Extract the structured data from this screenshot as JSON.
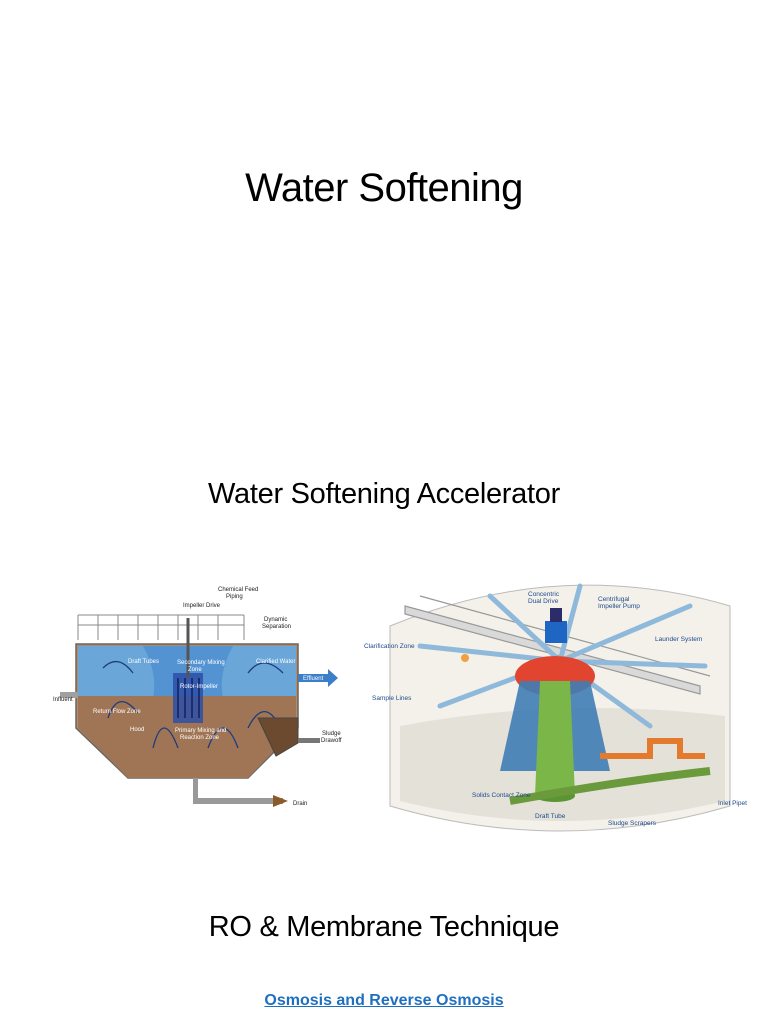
{
  "title": "Water Softening",
  "section1": "Water Softening Accelerator",
  "section2": "RO & Membrane Technique",
  "link": "Osmosis and Reverse Osmosis",
  "fig1": {
    "labels": {
      "chemical_feed": "Chemical Feed",
      "piping": "Piping",
      "impeller_drive": "Impeller Drive",
      "dynamic": "Dynamic",
      "separation": "Separation",
      "draft_tubes": "Draft Tubes",
      "secondary_mixing": "Secondary Mixing",
      "zone": "Zone",
      "clarified_water": "Clarified Water",
      "rotor_impeller": "Rotor-Impeller",
      "influent": "Influent",
      "effluent": "Effluent",
      "return_flow_zone": "Return Flow Zone",
      "hood": "Hood",
      "primary_mixing": "Primary Mixing and",
      "reaction_zone": "Reaction Zone",
      "sludge": "Sludge",
      "drawoff": "Drawoff",
      "drain": "Drain"
    }
  },
  "fig2": {
    "labels": {
      "concentric": "Concentric",
      "dual_drive": "Dual Drive",
      "centrifugal": "Centrifugal",
      "impeller_pump": "Impeller Pump",
      "clarification_zone": "Clarification Zone",
      "launder_system": "Launder System",
      "sample_lines": "Sample Lines",
      "solids_contact_zone": "Solids Contact Zone",
      "draft_tube": "Draft Tube",
      "sludge_scrapers": "Sludge Scrapers",
      "inlet_pipe": "Inlet Pipet"
    }
  }
}
